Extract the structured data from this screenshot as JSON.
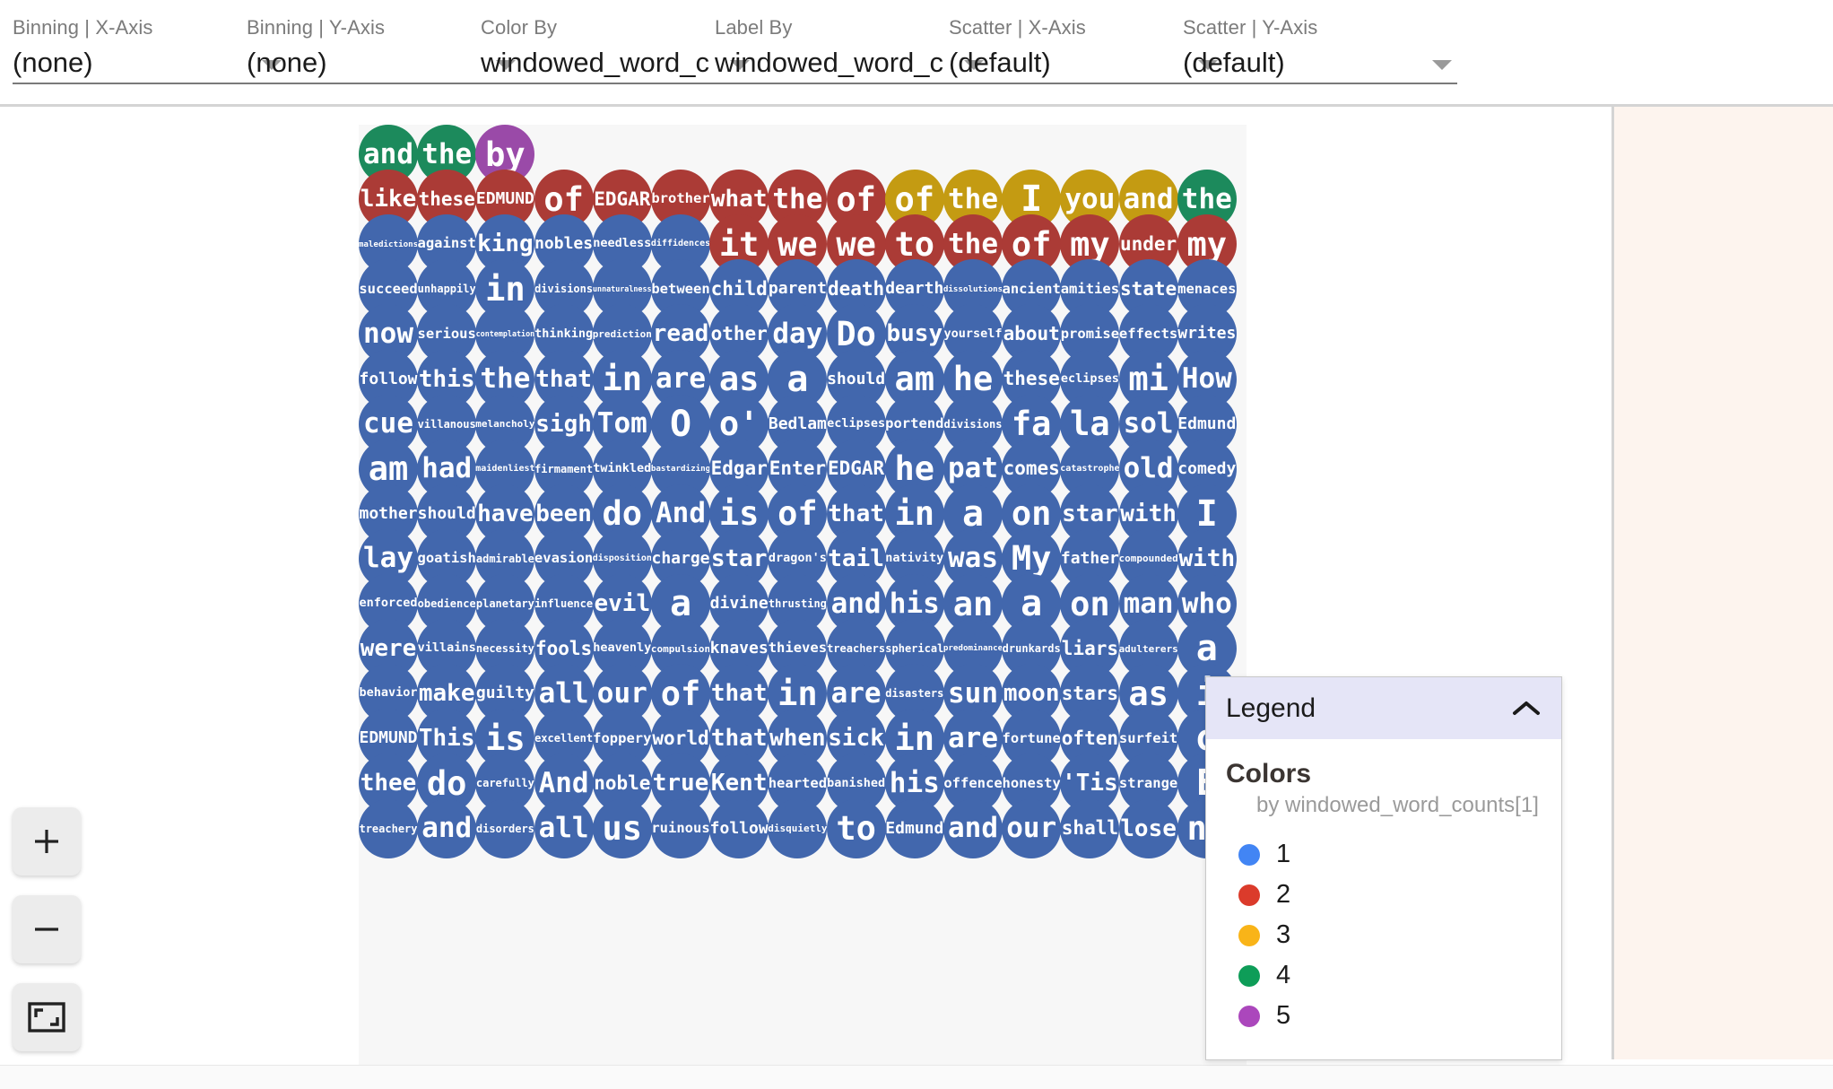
{
  "toolbar": {
    "fields": [
      {
        "label": "Binning | X-Axis",
        "value": "(none)",
        "name": "binning-x-axis"
      },
      {
        "label": "Binning | Y-Axis",
        "value": "(none)",
        "name": "binning-y-axis"
      },
      {
        "label": "Color By",
        "value": "windowed_word_c",
        "name": "color-by"
      },
      {
        "label": "Label By",
        "value": "windowed_word_c",
        "name": "label-by"
      },
      {
        "label": "Scatter | X-Axis",
        "value": "(default)",
        "name": "scatter-x-axis"
      },
      {
        "label": "Scatter | Y-Axis",
        "value": "(default)",
        "name": "scatter-y-axis"
      }
    ]
  },
  "zoom_controls": {
    "zoom_in_label": "+",
    "zoom_out_label": "−",
    "fit_label": "fit-to-screen"
  },
  "legend": {
    "title": "Legend",
    "collapse_icon": "chevron-up-icon",
    "section_title": "Colors",
    "subtitle": "by windowed_word_counts[1]",
    "entries": [
      {
        "label": "1",
        "color": "#4285f4"
      },
      {
        "label": "2",
        "color": "#db3b2b"
      },
      {
        "label": "3",
        "color": "#f9b418"
      },
      {
        "label": "4",
        "color": "#0e9d58"
      },
      {
        "label": "5",
        "color": "#ab47bc"
      }
    ]
  },
  "chart_data": {
    "type": "bubble-grid",
    "title": "",
    "color_field": "windowed_word_counts[1]",
    "label_field": "windowed_word_counts[1]",
    "palette": {
      "1": "#4267ad",
      "2": "#ab3b36",
      "3": "#c49b12",
      "4": "#1c8a5c",
      "5": "#9a4aa8"
    },
    "columns": 12,
    "rows": 19,
    "plot_background": "#f7f7f7",
    "grid": [
      [
        {
          "t": "and",
          "c": 4
        },
        {
          "t": "the",
          "c": 4
        },
        {
          "t": "by",
          "c": 5
        }
      ],
      [
        {
          "t": "like",
          "c": 2
        },
        {
          "t": "these",
          "c": 2
        },
        {
          "t": "EDMUND",
          "c": 2
        },
        {
          "t": "of",
          "c": 2
        },
        {
          "t": "EDGAR",
          "c": 2
        },
        {
          "t": "brother",
          "c": 2
        },
        {
          "t": "what",
          "c": 2
        },
        {
          "t": "the",
          "c": 2
        },
        {
          "t": "of",
          "c": 2
        },
        {
          "t": "of",
          "c": 3
        },
        {
          "t": "the",
          "c": 3
        },
        {
          "t": "I",
          "c": 3
        },
        {
          "t": "you",
          "c": 3
        },
        {
          "t": "and",
          "c": 3
        },
        {
          "t": "the",
          "c": 4
        }
      ],
      [
        {
          "t": "maledictions",
          "c": 1
        },
        {
          "t": "against",
          "c": 1
        },
        {
          "t": "king",
          "c": 1
        },
        {
          "t": "nobles",
          "c": 1
        },
        {
          "t": "needless",
          "c": 1
        },
        {
          "t": "diffidences",
          "c": 1
        },
        {
          "t": "it",
          "c": 2
        },
        {
          "t": "we",
          "c": 2
        },
        {
          "t": "we",
          "c": 2
        },
        {
          "t": "to",
          "c": 2
        },
        {
          "t": "the",
          "c": 2
        },
        {
          "t": "of",
          "c": 2
        },
        {
          "t": "my",
          "c": 2
        },
        {
          "t": "under",
          "c": 2
        },
        {
          "t": "my",
          "c": 2
        }
      ],
      [
        {
          "t": "succeed",
          "c": 1
        },
        {
          "t": "unhappily",
          "c": 1
        },
        {
          "t": "in",
          "c": 1
        },
        {
          "t": "divisions",
          "c": 1
        },
        {
          "t": "unnaturalness",
          "c": 1
        },
        {
          "t": "between",
          "c": 1
        },
        {
          "t": "child",
          "c": 1
        },
        {
          "t": "parent",
          "c": 1
        },
        {
          "t": "death",
          "c": 1
        },
        {
          "t": "dearth",
          "c": 1
        },
        {
          "t": "dissolutions",
          "c": 1
        },
        {
          "t": "ancient",
          "c": 1
        },
        {
          "t": "amities",
          "c": 1
        },
        {
          "t": "state",
          "c": 1
        },
        {
          "t": "menaces",
          "c": 1
        }
      ],
      [
        {
          "t": "now",
          "c": 1
        },
        {
          "t": "serious",
          "c": 1
        },
        {
          "t": "contemplation",
          "c": 1
        },
        {
          "t": "thinking",
          "c": 1
        },
        {
          "t": "prediction",
          "c": 1
        },
        {
          "t": "read",
          "c": 1
        },
        {
          "t": "other",
          "c": 1
        },
        {
          "t": "day",
          "c": 1
        },
        {
          "t": "Do",
          "c": 1
        },
        {
          "t": "busy",
          "c": 1
        },
        {
          "t": "yourself",
          "c": 1
        },
        {
          "t": "about",
          "c": 1
        },
        {
          "t": "promise",
          "c": 1
        },
        {
          "t": "effects",
          "c": 1
        },
        {
          "t": "writes",
          "c": 1
        }
      ],
      [
        {
          "t": "follow",
          "c": 1
        },
        {
          "t": "this",
          "c": 1
        },
        {
          "t": "the",
          "c": 1
        },
        {
          "t": "that",
          "c": 1
        },
        {
          "t": "in",
          "c": 1
        },
        {
          "t": "are",
          "c": 1
        },
        {
          "t": "as",
          "c": 1
        },
        {
          "t": "a",
          "c": 1
        },
        {
          "t": "should",
          "c": 1
        },
        {
          "t": "am",
          "c": 1
        },
        {
          "t": "he",
          "c": 1
        },
        {
          "t": "these",
          "c": 1
        },
        {
          "t": "eclipses",
          "c": 1
        },
        {
          "t": "mi",
          "c": 1
        },
        {
          "t": "How",
          "c": 1
        }
      ],
      [
        {
          "t": "cue",
          "c": 1
        },
        {
          "t": "villanous",
          "c": 1
        },
        {
          "t": "melancholy",
          "c": 1
        },
        {
          "t": "sigh",
          "c": 1
        },
        {
          "t": "Tom",
          "c": 1
        },
        {
          "t": "O",
          "c": 1
        },
        {
          "t": "o'",
          "c": 1
        },
        {
          "t": "Bedlam",
          "c": 1
        },
        {
          "t": "eclipses",
          "c": 1
        },
        {
          "t": "portend",
          "c": 1
        },
        {
          "t": "divisions",
          "c": 1
        },
        {
          "t": "fa",
          "c": 1
        },
        {
          "t": "la",
          "c": 1
        },
        {
          "t": "sol",
          "c": 1
        },
        {
          "t": "Edmund",
          "c": 1
        }
      ],
      [
        {
          "t": "am",
          "c": 1
        },
        {
          "t": "had",
          "c": 1
        },
        {
          "t": "maidenliest",
          "c": 1
        },
        {
          "t": "firmament",
          "c": 1
        },
        {
          "t": "twinkled",
          "c": 1
        },
        {
          "t": "bastardizing",
          "c": 1
        },
        {
          "t": "Edgar",
          "c": 1
        },
        {
          "t": "Enter",
          "c": 1
        },
        {
          "t": "EDGAR",
          "c": 1
        },
        {
          "t": "he",
          "c": 1
        },
        {
          "t": "pat",
          "c": 1
        },
        {
          "t": "comes",
          "c": 1
        },
        {
          "t": "catastrophe",
          "c": 1
        },
        {
          "t": "old",
          "c": 1
        },
        {
          "t": "comedy",
          "c": 1
        }
      ],
      [
        {
          "t": "mother",
          "c": 1
        },
        {
          "t": "should",
          "c": 1
        },
        {
          "t": "have",
          "c": 1
        },
        {
          "t": "been",
          "c": 1
        },
        {
          "t": "do",
          "c": 1
        },
        {
          "t": "And",
          "c": 1
        },
        {
          "t": "is",
          "c": 1
        },
        {
          "t": "of",
          "c": 1
        },
        {
          "t": "that",
          "c": 1
        },
        {
          "t": "in",
          "c": 1
        },
        {
          "t": "a",
          "c": 1
        },
        {
          "t": "on",
          "c": 1
        },
        {
          "t": "star",
          "c": 1
        },
        {
          "t": "with",
          "c": 1
        },
        {
          "t": "I",
          "c": 1
        }
      ],
      [
        {
          "t": "lay",
          "c": 1
        },
        {
          "t": "goatish",
          "c": 1
        },
        {
          "t": "admirable",
          "c": 1
        },
        {
          "t": "evasion",
          "c": 1
        },
        {
          "t": "disposition",
          "c": 1
        },
        {
          "t": "charge",
          "c": 1
        },
        {
          "t": "star",
          "c": 1
        },
        {
          "t": "dragon's",
          "c": 1
        },
        {
          "t": "tail",
          "c": 1
        },
        {
          "t": "nativity",
          "c": 1
        },
        {
          "t": "was",
          "c": 1
        },
        {
          "t": "My",
          "c": 1
        },
        {
          "t": "father",
          "c": 1
        },
        {
          "t": "compounded",
          "c": 1
        },
        {
          "t": "with",
          "c": 1
        }
      ],
      [
        {
          "t": "enforced",
          "c": 1
        },
        {
          "t": "obedience",
          "c": 1
        },
        {
          "t": "planetary",
          "c": 1
        },
        {
          "t": "influence",
          "c": 1
        },
        {
          "t": "evil",
          "c": 1
        },
        {
          "t": "a",
          "c": 1
        },
        {
          "t": "divine",
          "c": 1
        },
        {
          "t": "thrusting",
          "c": 1
        },
        {
          "t": "and",
          "c": 1
        },
        {
          "t": "his",
          "c": 1
        },
        {
          "t": "an",
          "c": 1
        },
        {
          "t": "a",
          "c": 1
        },
        {
          "t": "on",
          "c": 1
        },
        {
          "t": "man",
          "c": 1
        },
        {
          "t": "who",
          "c": 1
        }
      ],
      [
        {
          "t": "were",
          "c": 1
        },
        {
          "t": "villains",
          "c": 1
        },
        {
          "t": "necessity",
          "c": 1
        },
        {
          "t": "fools",
          "c": 1
        },
        {
          "t": "heavenly",
          "c": 1
        },
        {
          "t": "compulsion",
          "c": 1
        },
        {
          "t": "knaves",
          "c": 1
        },
        {
          "t": "thieves",
          "c": 1
        },
        {
          "t": "treachers",
          "c": 1
        },
        {
          "t": "spherical",
          "c": 1
        },
        {
          "t": "predominance",
          "c": 1
        },
        {
          "t": "drunkards",
          "c": 1
        },
        {
          "t": "liars",
          "c": 1
        },
        {
          "t": "adulterers",
          "c": 1
        },
        {
          "t": "a",
          "c": 1
        }
      ],
      [
        {
          "t": "behavior",
          "c": 1
        },
        {
          "t": "make",
          "c": 1
        },
        {
          "t": "guilty",
          "c": 1
        },
        {
          "t": "all",
          "c": 1
        },
        {
          "t": "our",
          "c": 1
        },
        {
          "t": "of",
          "c": 1
        },
        {
          "t": "that",
          "c": 1
        },
        {
          "t": "in",
          "c": 1
        },
        {
          "t": "are",
          "c": 1
        },
        {
          "t": "disasters",
          "c": 1
        },
        {
          "t": "sun",
          "c": 1
        },
        {
          "t": "moon",
          "c": 1
        },
        {
          "t": "stars",
          "c": 1
        },
        {
          "t": "as",
          "c": 1
        },
        {
          "t": "i",
          "c": 1
        }
      ],
      [
        {
          "t": "EDMUND",
          "c": 1
        },
        {
          "t": "This",
          "c": 1
        },
        {
          "t": "is",
          "c": 1
        },
        {
          "t": "excellent",
          "c": 1
        },
        {
          "t": "foppery",
          "c": 1
        },
        {
          "t": "world",
          "c": 1
        },
        {
          "t": "that",
          "c": 1
        },
        {
          "t": "when",
          "c": 1
        },
        {
          "t": "sick",
          "c": 1
        },
        {
          "t": "in",
          "c": 1
        },
        {
          "t": "are",
          "c": 1
        },
        {
          "t": "fortune",
          "c": 1
        },
        {
          "t": "often",
          "c": 1
        },
        {
          "t": "surfeit",
          "c": 1
        },
        {
          "t": "o",
          "c": 1
        }
      ],
      [
        {
          "t": "thee",
          "c": 1
        },
        {
          "t": "do",
          "c": 1
        },
        {
          "t": "carefully",
          "c": 1
        },
        {
          "t": "And",
          "c": 1
        },
        {
          "t": "noble",
          "c": 1
        },
        {
          "t": "true",
          "c": 1
        },
        {
          "t": "Kent",
          "c": 1
        },
        {
          "t": "hearted",
          "c": 1
        },
        {
          "t": "banished",
          "c": 1
        },
        {
          "t": "his",
          "c": 1
        },
        {
          "t": "offence",
          "c": 1
        },
        {
          "t": "honesty",
          "c": 1
        },
        {
          "t": "'Tis",
          "c": 1
        },
        {
          "t": "strange",
          "c": 1
        },
        {
          "t": "E",
          "c": 1
        }
      ],
      [
        {
          "t": "treachery",
          "c": 1
        },
        {
          "t": "and",
          "c": 1
        },
        {
          "t": "disorders",
          "c": 1
        },
        {
          "t": "all",
          "c": 1
        },
        {
          "t": "us",
          "c": 1
        },
        {
          "t": "ruinous",
          "c": 1
        },
        {
          "t": "follow",
          "c": 1
        },
        {
          "t": "disquietly",
          "c": 1
        },
        {
          "t": "to",
          "c": 1
        },
        {
          "t": "Edmund",
          "c": 1
        },
        {
          "t": "and",
          "c": 1
        },
        {
          "t": "our",
          "c": 1
        },
        {
          "t": "shall",
          "c": 1
        },
        {
          "t": "lose",
          "c": 1
        },
        {
          "t": "no",
          "c": 1
        }
      ]
    ]
  }
}
